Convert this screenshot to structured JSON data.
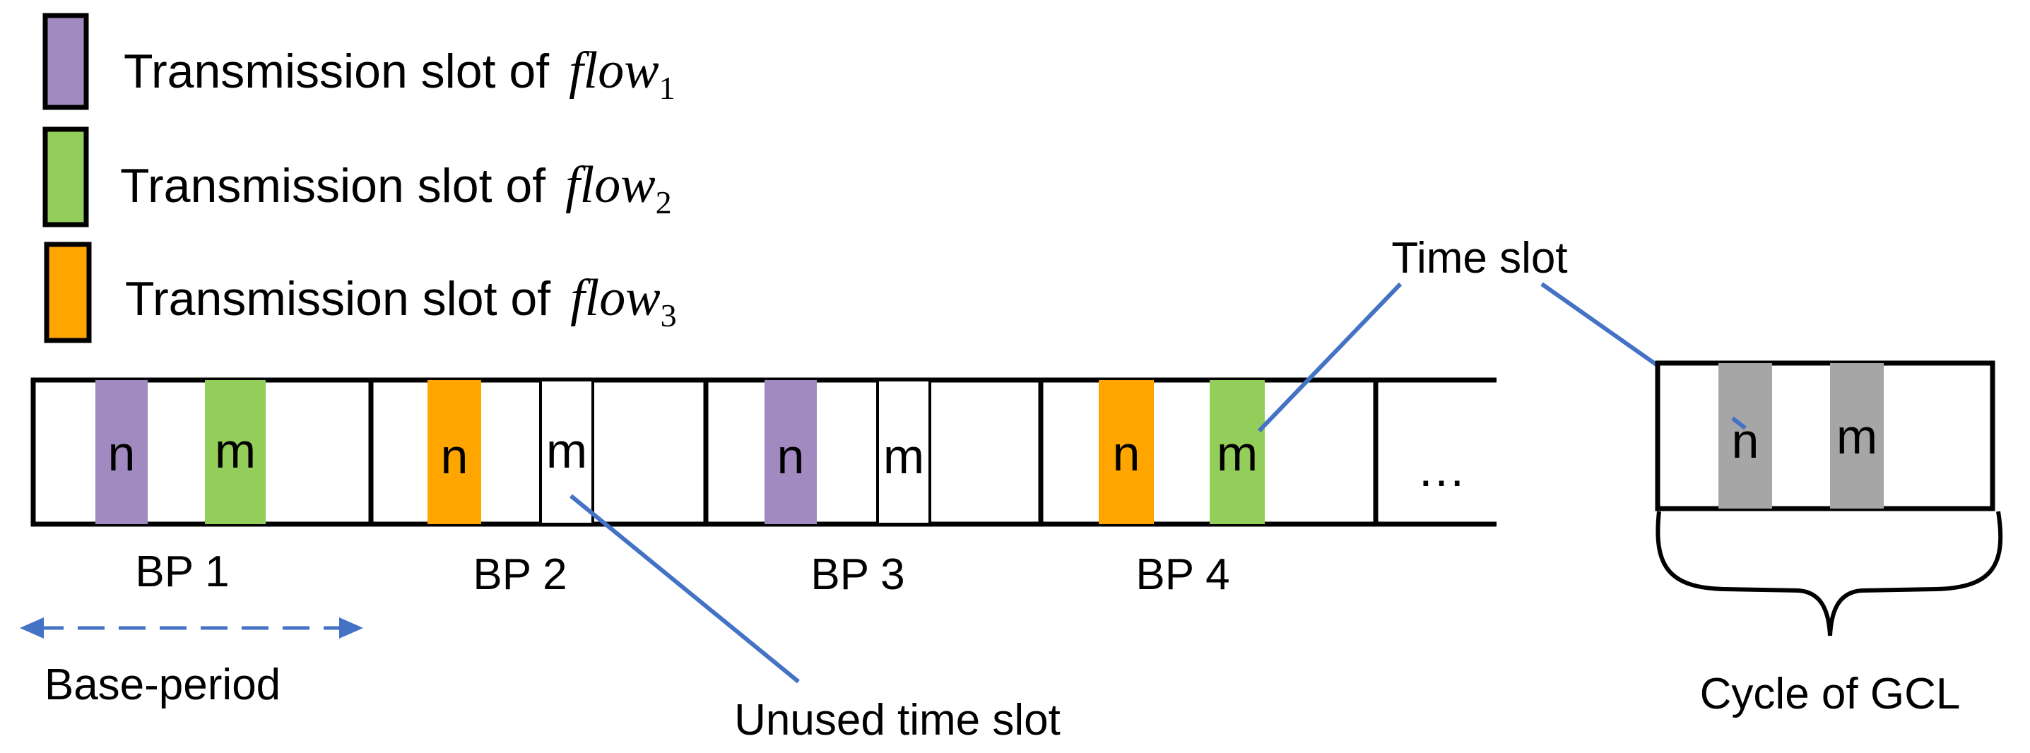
{
  "legend": [
    {
      "label": "Transmission slot of",
      "flow_name": "flow",
      "subscript": "1",
      "color": "#A08AC0"
    },
    {
      "label": "Transmission slot of",
      "flow_name": "flow",
      "subscript": "2",
      "color": "#93CD5A"
    },
    {
      "label": "Transmission slot of",
      "flow_name": "flow",
      "subscript": "3",
      "color": "#FFA500"
    }
  ],
  "base_periods": [
    {
      "label": "BP 1",
      "slot_n": {
        "text": "n",
        "color": "#A08AC0"
      },
      "slot_m": {
        "text": "m",
        "color": "#93CD5A"
      }
    },
    {
      "label": "BP 2",
      "slot_n": {
        "text": "n",
        "color": "#FFA500"
      },
      "slot_m": {
        "text": "m",
        "color": "#FFFFFF"
      }
    },
    {
      "label": "BP 3",
      "slot_n": {
        "text": "n",
        "color": "#A08AC0"
      },
      "slot_m": {
        "text": "m",
        "color": "#FFFFFF"
      }
    },
    {
      "label": "BP 4",
      "slot_n": {
        "text": "n",
        "color": "#FFA500"
      },
      "slot_m": {
        "text": "m",
        "color": "#93CD5A"
      }
    }
  ],
  "ellipsis": "…",
  "base_period_label": "Base-period",
  "unused_label": "Unused time slot",
  "time_slot_label": "Time slot",
  "gcl": {
    "slot_n": "n",
    "slot_m": "m",
    "slot_color": "#A6A6A6",
    "label": "Cycle of GCL"
  },
  "colors": {
    "line": "#4472C4",
    "border": "#000000"
  }
}
